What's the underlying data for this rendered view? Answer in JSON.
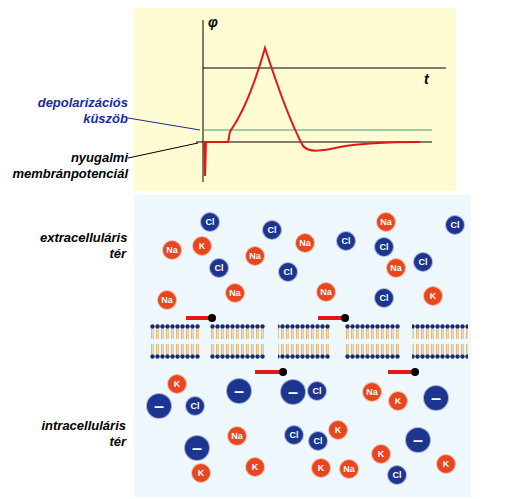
{
  "diagram": {
    "nodes": [
      {
        "text": [
          "Cl"
        ]
      },
      {
        "text": [
          "Na"
        ]
      },
      {
        "text": [
          "Cl"
        ]
      },
      {
        "text": [
          "Cl"
        ]
      },
      {
        "text": [
          "Cl"
        ]
      },
      {
        "text": [
          "Na"
        ]
      },
      {
        "text": [
          "K"
        ]
      },
      {
        "text": [
          "Cl"
        ]
      },
      {
        "text": [
          "Na"
        ]
      },
      {
        "text": [
          "Na"
        ]
      },
      {
        "text": [
          "Cl"
        ]
      },
      {
        "text": [
          "Cl"
        ]
      },
      {
        "text": [
          "Na"
        ]
      },
      {
        "text": [
          "Cl"
        ]
      },
      {
        "text": [
          "Na"
        ]
      },
      {
        "text": [
          "Na"
        ]
      },
      {
        "text": [
          "K"
        ]
      },
      {
        "text": [
          "Cl"
        ]
      },
      {
        "text": [
          "Na"
        ]
      },
      {
        "text": [
          "K"
        ]
      },
      {
        "text": [
          "–"
        ]
      },
      {
        "text": [
          "Cl"
        ]
      },
      {
        "text": [
          "Na"
        ]
      },
      {
        "text": [
          "–"
        ]
      },
      {
        "text": [
          "–"
        ]
      },
      {
        "text": [
          "K"
        ]
      },
      {
        "text": [
          "–"
        ]
      },
      {
        "text": [
          "Cl"
        ]
      },
      {
        "text": [
          "K"
        ]
      },
      {
        "text": [
          "Cl"
        ]
      },
      {
        "text": [
          "Na"
        ]
      },
      {
        "text": [
          "–"
        ]
      },
      {
        "text": [
          "Cl"
        ]
      },
      {
        "text": [
          "–"
        ]
      },
      {
        "text": [
          "K"
        ]
      },
      {
        "text": [
          "K"
        ]
      },
      {
        "text": [
          "K"
        ]
      },
      {
        "text": [
          "K"
        ]
      },
      {
        "text": [
          "Na"
        ]
      },
      {
        "text": [
          "K"
        ]
      },
      {
        "text": [
          "Cl"
        ]
      }
    ],
    "labels": [
      "φ",
      "t",
      "depolarizációs küszöb",
      "nyugalmi membránpotenciál",
      "extracelluláris tér",
      "intracelluláris tér"
    ]
  }
}
